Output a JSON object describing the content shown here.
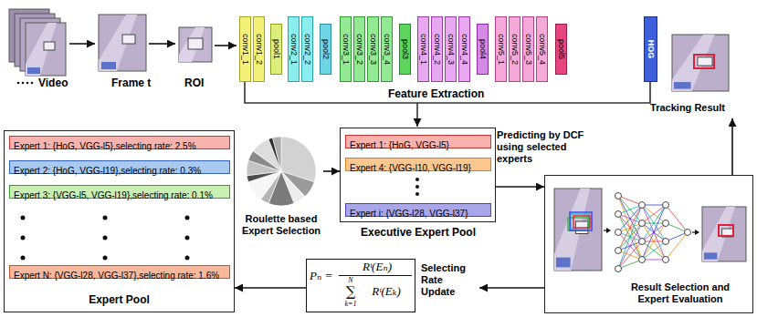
{
  "diagram": {
    "nodes": [
      {
        "text": [
          "conv1_1"
        ]
      },
      {
        "text": [
          "conv1_2"
        ]
      },
      {
        "text": [
          "pool1"
        ]
      },
      {
        "text": [
          "conv2_1"
        ]
      },
      {
        "text": [
          "conv2_2"
        ]
      },
      {
        "text": [
          "pool2"
        ]
      },
      {
        "text": [
          "conv3_1"
        ]
      },
      {
        "text": [
          "conv3_2"
        ]
      },
      {
        "text": [
          "conv3_3"
        ]
      },
      {
        "text": [
          "conv3_4"
        ]
      },
      {
        "text": [
          "pool3"
        ]
      },
      {
        "text": [
          "conv4_1"
        ]
      },
      {
        "text": [
          "conv4_2"
        ]
      },
      {
        "text": [
          "conv4_3"
        ]
      },
      {
        "text": [
          "conv4_4"
        ]
      },
      {
        "text": [
          "pool4"
        ]
      },
      {
        "text": [
          "conv5_1"
        ]
      },
      {
        "text": [
          "conv5_2"
        ]
      },
      {
        "text": [
          "conv5_3"
        ]
      },
      {
        "text": [
          "conv5_4"
        ]
      },
      {
        "text": [
          "pool5"
        ]
      },
      {
        "text": [
          "HOG"
        ]
      },
      {
        "text": [
          "Tracking Result"
        ]
      },
      {
        "text": [
          "Expert Pool"
        ]
      },
      {
        "text": [
          "Expert 1: {HoG, VGG-l5},selecting rate: 2.5%"
        ],
        "in": 23
      },
      {
        "text": [
          "Expert 2: {HoG, VGG-l19},selecting rate: 0.3%"
        ],
        "in": 23
      },
      {
        "text": [
          "Expert 3: {VGG-l5, VGG-l19},selecting rate: 0.1%"
        ],
        "in": 23
      },
      {
        "text": [
          "Expert N: {VGG-l28, VGG-l37},selecting rate: 1.6%"
        ],
        "in": 23
      },
      {
        "text": [
          "Roulette based Expert Selection"
        ]
      },
      {
        "text": [
          "Executive Expert Pool"
        ]
      },
      {
        "text": [
          "Expert 1: {HoG, VGG-l5}"
        ],
        "in": 29
      },
      {
        "text": [
          "Expert 4: {VGG-l10, VGG-l19}"
        ],
        "in": 29
      },
      {
        "text": [
          "Expert i: {VGG-l28, VGG-l37}"
        ],
        "in": 29
      },
      {
        "text": [
          "Result Selection and Expert Evaluation"
        ]
      },
      {
        "text": [
          "Pₙ =",
          "Rᵗ(Eₙ)",
          "∑",
          "N",
          "k=1",
          "Rᵗ(Eₖ)",
          "Selecting Rate Update"
        ]
      }
    ],
    "edges": [
      {
        "from": 28,
        "to": 29,
        "arrow": "to"
      },
      {
        "from": 29,
        "to": 33,
        "arrow": "to",
        "label": "Predicting by DCF using selected experts"
      },
      {
        "from": 33,
        "to": 34,
        "arrow": "to"
      },
      {
        "from": 34,
        "to": 23,
        "arrow": "to"
      },
      {
        "from": 33,
        "to": 22,
        "arrow": "to"
      }
    ],
    "labels": [
      "Video",
      "Frame t",
      "ROI",
      "Feature Extraction"
    ]
  }
}
